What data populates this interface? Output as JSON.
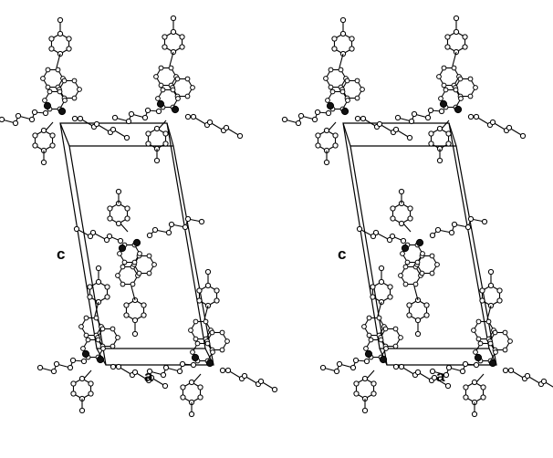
{
  "labels": {
    "left_c": "c",
    "left_a": "a",
    "right_c": "c",
    "right_a": "a"
  },
  "colors": {
    "ink": "#000000",
    "atom_fill": "#ffffff",
    "heavy_atom": "#111111",
    "background": "#ffffff"
  }
}
